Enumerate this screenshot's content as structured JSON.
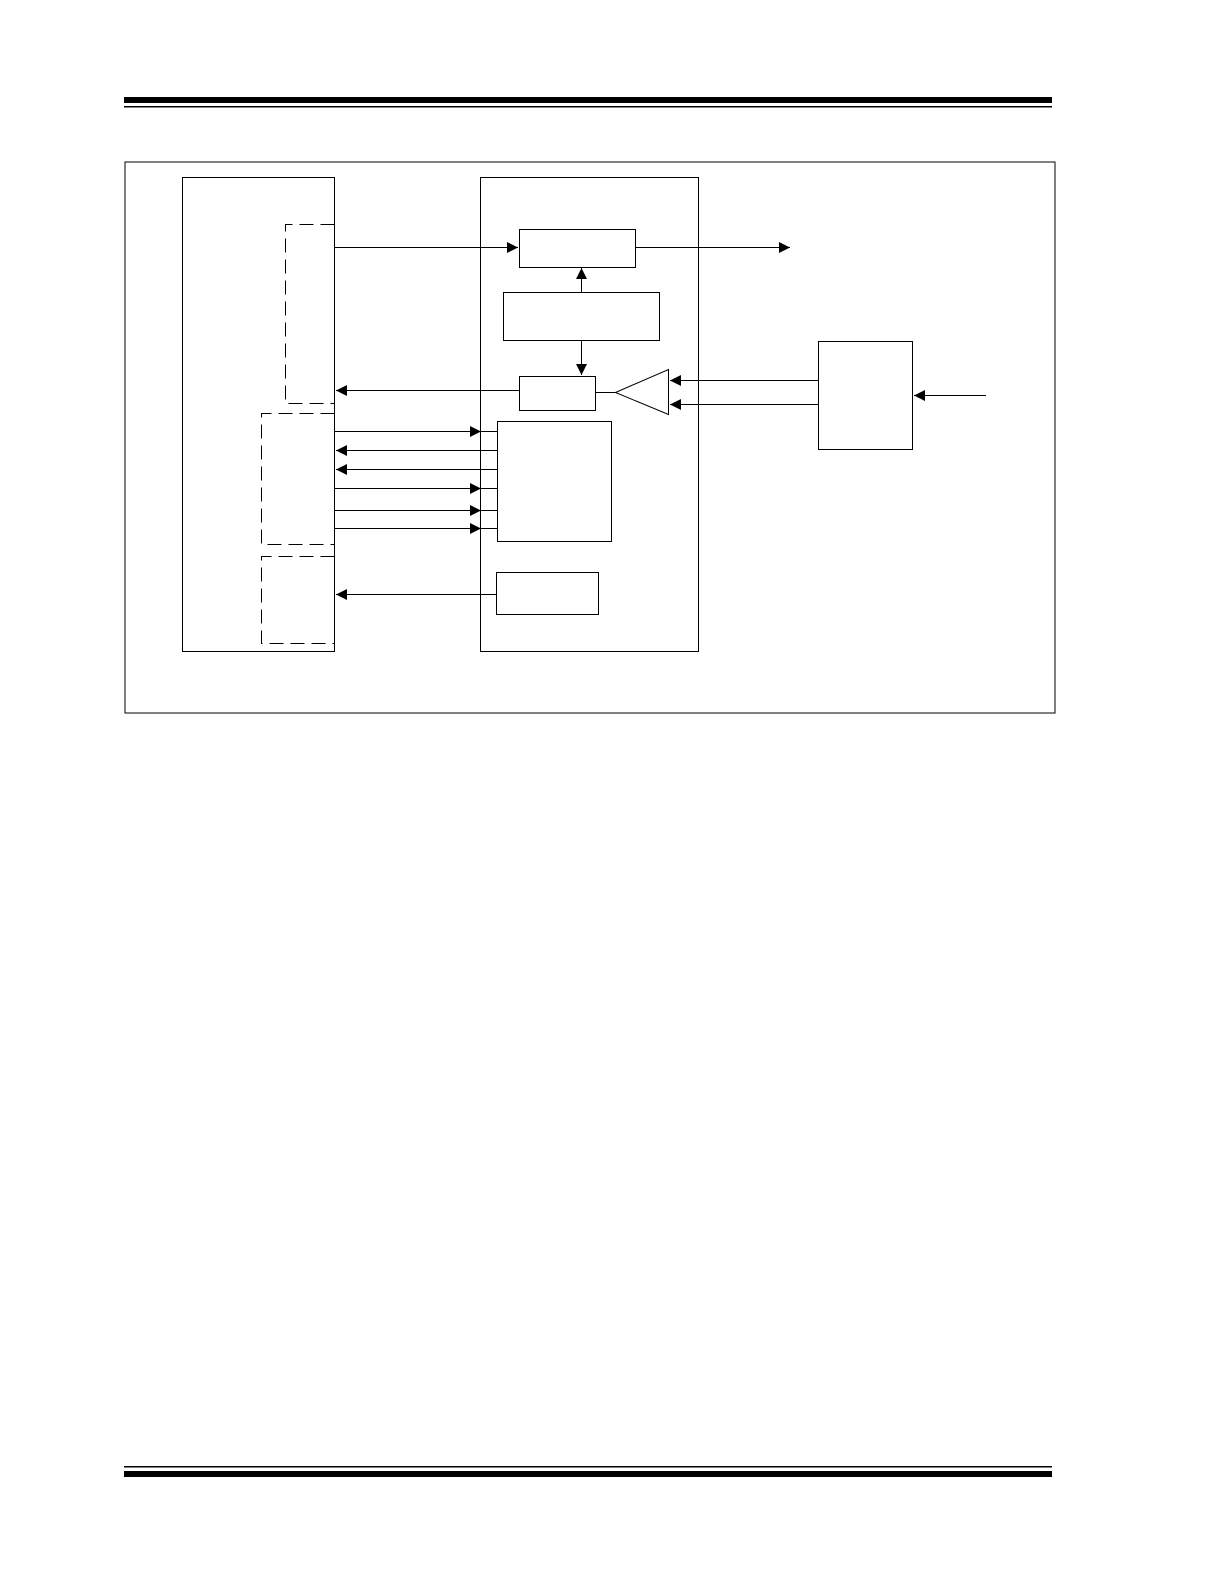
{
  "page": {
    "header_rule": "double-rule",
    "footer_rule": "double-rule"
  },
  "diagram": {
    "frame": "outer-frame",
    "blocks": [
      {
        "id": "left-device",
        "style": "solid"
      },
      {
        "id": "left-dashed-top",
        "style": "dashed"
      },
      {
        "id": "left-dashed-mid",
        "style": "dashed"
      },
      {
        "id": "left-dashed-bottom",
        "style": "dashed"
      },
      {
        "id": "center-device",
        "style": "solid"
      },
      {
        "id": "center-top-block",
        "style": "solid"
      },
      {
        "id": "center-mid-block",
        "style": "solid"
      },
      {
        "id": "center-small-block",
        "style": "solid"
      },
      {
        "id": "center-interface-block",
        "style": "solid"
      },
      {
        "id": "center-bottom-block",
        "style": "solid"
      },
      {
        "id": "amplifier",
        "style": "triangle"
      },
      {
        "id": "right-block",
        "style": "solid"
      }
    ],
    "signals": {
      "left_to_center_top": "arrow-right",
      "center_top_output": "arrow-right",
      "mid_to_top": "arrow-up",
      "mid_to_small": "arrow-down",
      "small_to_left": "arrow-left",
      "amp_to_small": "line",
      "right_to_amp": [
        "arrow-left",
        "arrow-left"
      ],
      "external_to_right": "arrow-left",
      "bus": [
        "arrow-right",
        "arrow-left",
        "arrow-left",
        "arrow-right",
        "arrow-right",
        "arrow-right"
      ],
      "bottom_to_left": "arrow-left"
    }
  }
}
